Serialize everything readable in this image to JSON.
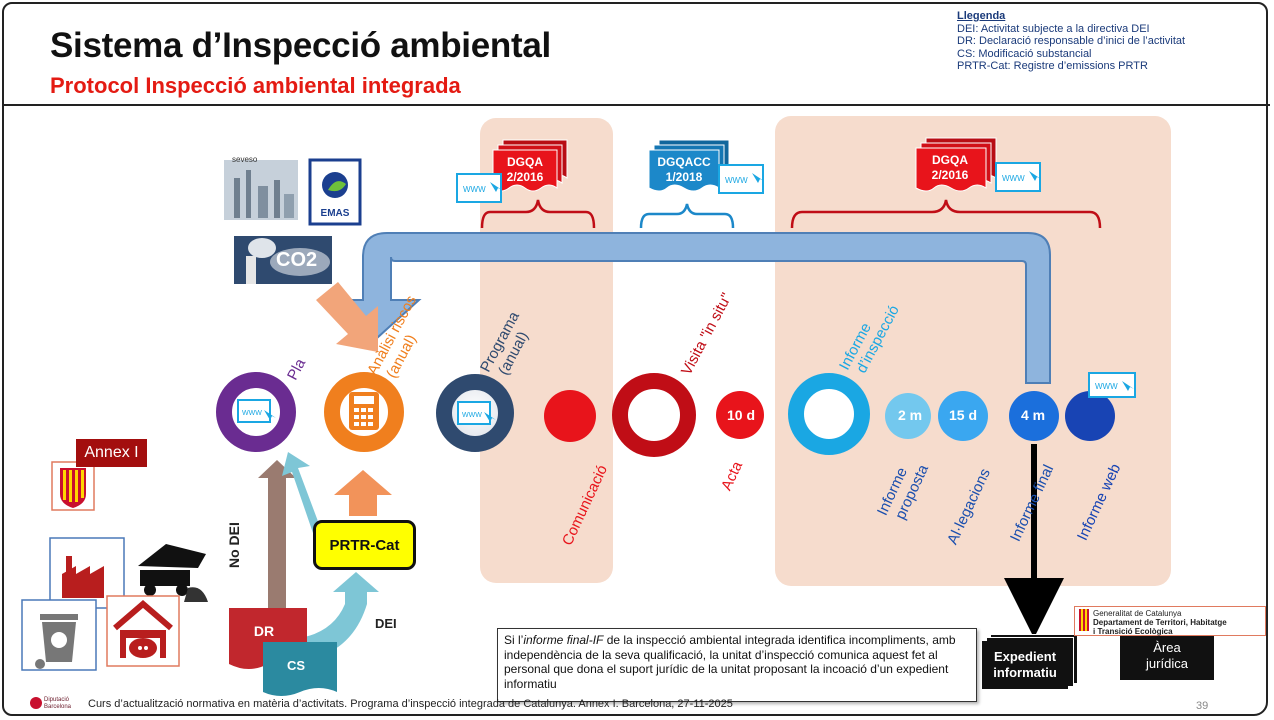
{
  "title": "Sistema d’Inspecció ambiental",
  "subtitle": "Protocol Inspecció ambiental integrada",
  "legend": {
    "heading": "Llegenda",
    "items": [
      "DEI: Activitat subjecte a la directiva DEI",
      "DR: Declaració responsable d’inici de l’activitat",
      "CS: Modificació substancial",
      "PRTR-Cat: Registre d’emissions PRTR"
    ]
  },
  "documents": {
    "dgqa_left": [
      "DGQA",
      "2/2016"
    ],
    "dgqacc": [
      "DGQACC",
      "1/2018"
    ],
    "dgqa_right": [
      "DGQA",
      "2/2016"
    ]
  },
  "icons_top": {
    "seveso": "seveso",
    "emas": "EMAS",
    "co2": "CO2"
  },
  "stages": {
    "pla": "Pla",
    "analisi": [
      "Anàlisi riscos",
      "(anual)"
    ],
    "programa": [
      "Programa",
      "(anual)"
    ],
    "visita": "Visita \"in situ\"",
    "informe": [
      "Informe",
      "d’inspecció"
    ]
  },
  "circle_labels": {
    "acta_days": "10 d",
    "proposta_time": "2 m",
    "alegacions_time": "15 d",
    "final_time": "4 m"
  },
  "bottom_labels": {
    "comunicacio": "Comunicació",
    "acta": "Acta",
    "proposta": [
      "Informe",
      "proposta"
    ],
    "alegacions": "Al·legacions",
    "final": "Informe final",
    "web": "Informe web"
  },
  "annex": "Annex I",
  "no_dei": "No DEI",
  "dei": "DEI",
  "prtr": "PRTR-Cat",
  "dr": "DR",
  "cs": "CS",
  "note_text": [
    "Si l’",
    "informe final-IF",
    " de la inspecció ambiental integrada identifica incompliments, amb independència de la seva qualificació, la unitat d’inspecció comunica aquest fet al personal que dona el suport jurídic de la unitat proposant la incoació d’un expedient informatiu"
  ],
  "expedient": [
    "Expedient",
    "informatiu"
  ],
  "area": [
    "Àrea",
    "jurídica"
  ],
  "generalitat": [
    "Generalitat de Catalunya",
    "Departament de Territori, Habitatge",
    "i Transició Ecològica"
  ],
  "diputacio": [
    "Diputació",
    "Barcelona"
  ],
  "footer": "Curs d’actualització normativa en matèria d’activitats. Programa d’inspecció integrada de Catalunya. Annex I. Barcelona, 27-11-2025",
  "page_number": "39",
  "colors": {
    "title_red": "#e41b13",
    "pla_purple": "#6a2c91",
    "analisi_orange": "#f07f1e",
    "programa_navy": "#2f4a6f",
    "dgqa_red": "#e8141b",
    "dgqacc_blue": "#1c88c9",
    "informe_blue": "#1aa7e3",
    "band_peach": "#f6dccd",
    "arrow_blue": "#8eb4dd"
  }
}
